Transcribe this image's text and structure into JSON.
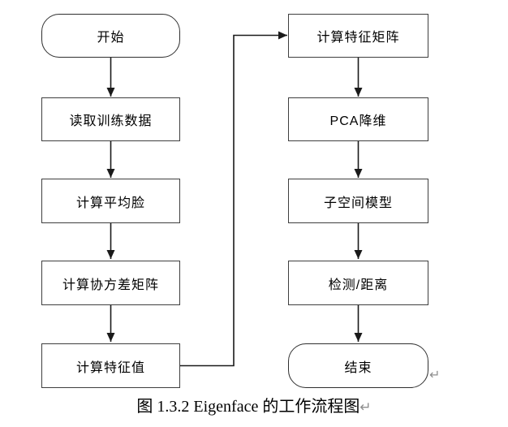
{
  "flowchart": {
    "left_column": [
      {
        "label": "开始",
        "shape": "terminator"
      },
      {
        "label": "读取训练数据",
        "shape": "process"
      },
      {
        "label": "计算平均脸",
        "shape": "process"
      },
      {
        "label": "计算协方差矩阵",
        "shape": "process"
      },
      {
        "label": "计算特征值",
        "shape": "process"
      }
    ],
    "right_column": [
      {
        "label": "计算特征矩阵",
        "shape": "process"
      },
      {
        "label": "PCA降维",
        "shape": "process"
      },
      {
        "label": "子空间模型",
        "shape": "process"
      },
      {
        "label": "检测/距离",
        "shape": "process"
      },
      {
        "label": "结束",
        "shape": "terminator"
      }
    ],
    "caption": "图 1.3.2 Eigenface 的工作流程图",
    "paragraph_mark": "↵",
    "colors": {
      "line": "#1a1a1a",
      "box_border": "#3f3f3f",
      "box_fill": "#ffffff",
      "text": "#000000",
      "paragraph_mark": "#8f8f8f",
      "background": "#ffffff"
    }
  }
}
